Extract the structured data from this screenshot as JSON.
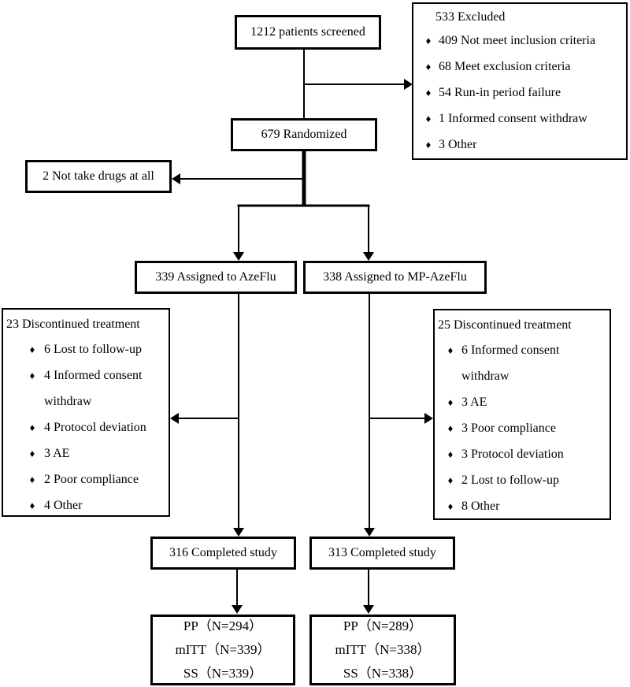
{
  "diagram": {
    "screened": {
      "label": "1212 patients screened"
    },
    "excluded": {
      "title": "533 Excluded",
      "items": [
        "409 Not meet inclusion criteria",
        "68 Meet exclusion criteria",
        "54 Run-in period failure",
        "1 Informed consent withdraw",
        "3 Other"
      ]
    },
    "randomized": {
      "label": "679 Randomized"
    },
    "not_take_drugs": {
      "label": "2 Not take drugs at all"
    },
    "arms": {
      "left": {
        "label": "339 Assigned to AzeFlu"
      },
      "right": {
        "label": "338 Assigned to MP-AzeFlu"
      }
    },
    "discontinued_left": {
      "title": "23 Discontinued treatment",
      "items": [
        "6 Lost to follow-up",
        "4 Informed consent withdraw",
        "4 Protocol deviation",
        "3 AE",
        "2 Poor compliance",
        "4 Other"
      ]
    },
    "discontinued_right": {
      "title": "25 Discontinued treatment",
      "items": [
        "6 Informed consent withdraw",
        "3 AE",
        "3 Poor compliance",
        "3 Protocol deviation",
        "2 Lost to follow-up",
        "8 Other"
      ]
    },
    "completed_left": {
      "label": "316 Completed study"
    },
    "completed_right": {
      "label": "313 Completed study"
    },
    "analysis_left": {
      "lines": [
        "PP（N=294）",
        "mITT（N=339）",
        "SS（N=339）"
      ]
    },
    "analysis_right": {
      "lines": [
        "PP（N=289）",
        "mITT（N=338）",
        "SS（N=338）"
      ]
    }
  },
  "glyphs": {
    "bullet": "♦"
  },
  "colors": {
    "line": "#000000",
    "background": "#ffffff",
    "text": "#000000"
  }
}
